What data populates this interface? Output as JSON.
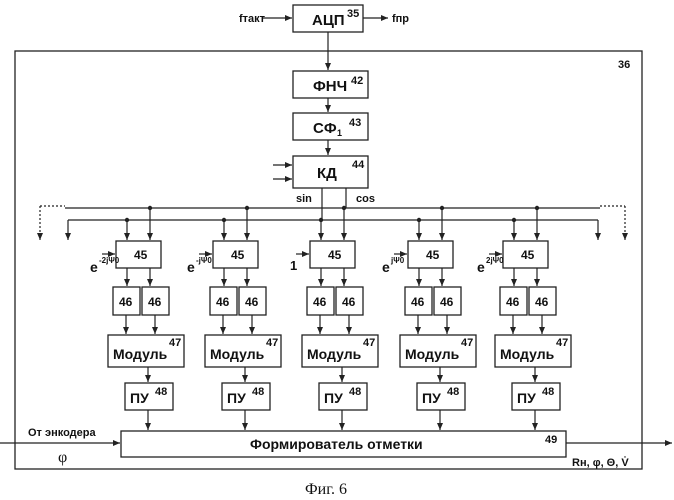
{
  "top": {
    "adc": "АЦП",
    "adc_num": "35",
    "f_clock": "fтакт",
    "f_carrier": "fпр"
  },
  "outer_num": "36",
  "lpf": {
    "label": "ФНЧ",
    "num": "42"
  },
  "sf": {
    "label": "СФ",
    "sub": "1",
    "num": "43"
  },
  "qd": {
    "label": "КД",
    "num": "44",
    "out_sin": "sin",
    "out_cos": "cos"
  },
  "channels": [
    {
      "ref": "e",
      "ref_sup": "-2jΨ0",
      "mixer": "45",
      "filt": "46",
      "mod": "Модуль",
      "mod_num": "47",
      "pu": "ПУ",
      "pu_num": "48"
    },
    {
      "ref": "e",
      "ref_sup": "-jΨ0",
      "mixer": "45",
      "filt": "46",
      "mod": "Модуль",
      "mod_num": "47",
      "pu": "ПУ",
      "pu_num": "48"
    },
    {
      "ref": "1",
      "ref_sup": "",
      "mixer": "45",
      "filt": "46",
      "mod": "Модуль",
      "mod_num": "47",
      "pu": "ПУ",
      "pu_num": "48"
    },
    {
      "ref": "e",
      "ref_sup": "jΨ0",
      "mixer": "45",
      "filt": "46",
      "mod": "Модуль",
      "mod_num": "47",
      "pu": "ПУ",
      "pu_num": "48"
    },
    {
      "ref": "e",
      "ref_sup": "2jΨ0",
      "mixer": "45",
      "filt": "46",
      "mod": "Модуль",
      "mod_num": "47",
      "pu": "ПУ",
      "pu_num": "48"
    }
  ],
  "former": {
    "label": "Формирователь отметки",
    "num": "49"
  },
  "encoder": {
    "label": "От энкодера",
    "phi": "φ"
  },
  "outputs": "Rн, φ, Θ, V̇",
  "caption": "Фиг. 6"
}
